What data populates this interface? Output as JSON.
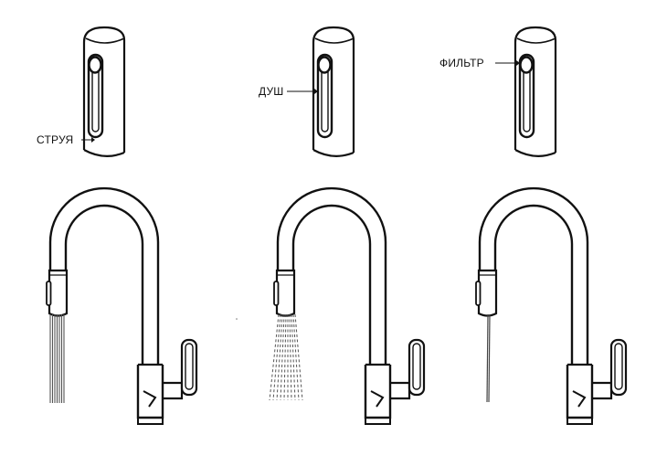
{
  "diagram": {
    "modes": [
      {
        "id": "stream",
        "label": "СТРУЯ"
      },
      {
        "id": "shower",
        "label": "ДУШ"
      },
      {
        "id": "filter",
        "label": "ФИЛЬТР"
      }
    ]
  },
  "colors": {
    "ink": "#111111",
    "background": "#ffffff"
  },
  "icons": [
    "spray-head-icon",
    "faucet-icon",
    "water-stream-icon",
    "shower-spray-icon",
    "filtered-stream-icon"
  ]
}
